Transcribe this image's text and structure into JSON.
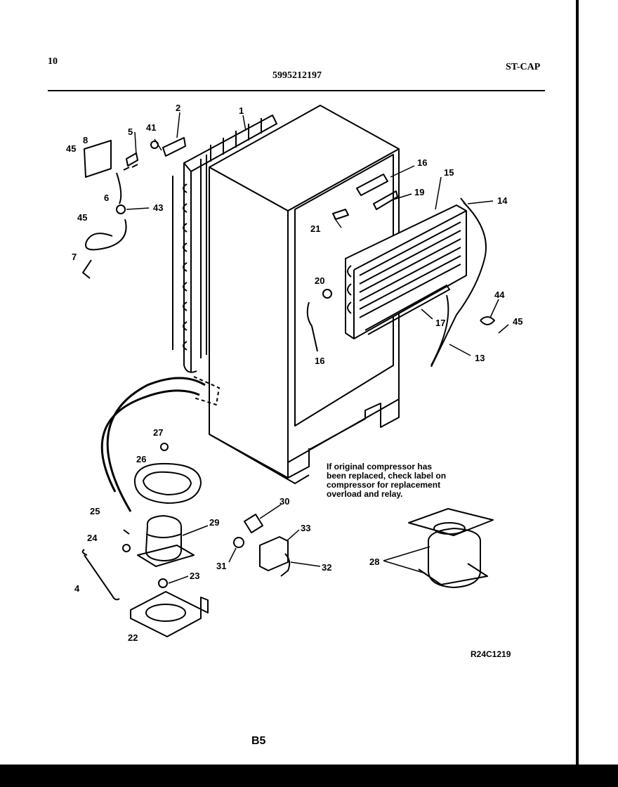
{
  "header": {
    "page_number": "10",
    "model_number": "5995212197",
    "section_code": "ST-CAP"
  },
  "callouts": {
    "c1": "1",
    "c2": "2",
    "c4": "4",
    "c5": "5",
    "c6": "6",
    "c7": "7",
    "c8": "8",
    "c13": "13",
    "c14": "14",
    "c15": "15",
    "c16a": "16",
    "c16b": "16",
    "c17": "17",
    "c19": "19",
    "c20": "20",
    "c21": "21",
    "c22": "22",
    "c23": "23",
    "c24": "24",
    "c25": "25",
    "c26": "26",
    "c27": "27",
    "c28": "28",
    "c29": "29",
    "c30": "30",
    "c31": "31",
    "c32": "32",
    "c33": "33",
    "c41": "41",
    "c43": "43",
    "c44": "44",
    "c45a": "45",
    "c45b": "45",
    "c45c": "45"
  },
  "note": {
    "line1": "If original compressor has",
    "line2": "been replaced, check label on",
    "line3": "compressor for replacement",
    "line4": "overload and relay."
  },
  "drawing_code": "R24C1219",
  "page_code": "B5"
}
